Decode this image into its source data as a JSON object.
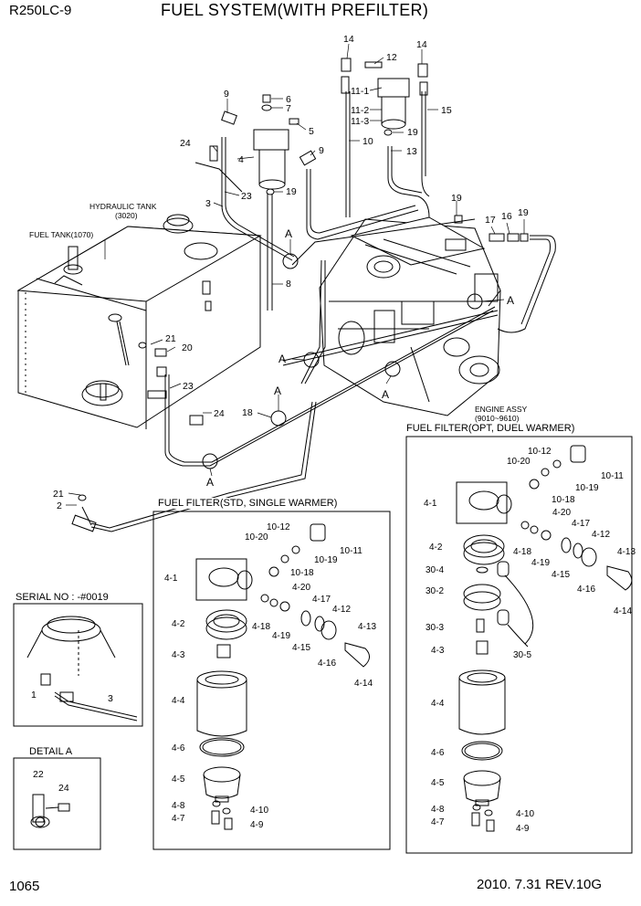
{
  "header": {
    "model": "R250LC-9",
    "title": "FUEL SYSTEM(WITH PREFILTER)"
  },
  "footer": {
    "page": "1065",
    "date_rev": "2010. 7.31  REV.10G"
  },
  "main_labels": {
    "hydraulic_tank": "HYDRAULIC TANK",
    "hydraulic_tank_no": "(3020)",
    "fuel_tank": "FUEL TANK(1070)",
    "engine_assy": "ENGINE ASSY",
    "engine_assy_no": "(9010~9610)"
  },
  "callouts": {
    "n14a": "14",
    "n14b": "14",
    "n12": "12",
    "n11_1": "11-1",
    "n11_2": "11-2",
    "n11_3": "11-3",
    "n15": "15",
    "n9a": "9",
    "n6": "6",
    "n7": "7",
    "n5": "5",
    "n19a": "19",
    "n10": "10",
    "n13": "13",
    "n24a": "24",
    "n4": "4",
    "n9b": "9",
    "n23a": "23",
    "n3": "3",
    "n19b": "19",
    "n19c": "19",
    "n17": "17",
    "n16": "16",
    "n19d": "19",
    "n8": "8",
    "n21a": "21",
    "n20": "20",
    "n23b": "23",
    "n24b": "24",
    "n18": "18",
    "n21b": "21",
    "n2": "2",
    "a1": "A",
    "a2": "A",
    "a3": "A",
    "a4": "A",
    "a5": "A",
    "a6": "A"
  },
  "std_filter": {
    "title": "FUEL FILTER(STD, SINGLE WARMER)",
    "labels": {
      "l10_12": "10-12",
      "l10_20": "10-20",
      "l10_19": "10-19",
      "l10_11": "10-11",
      "l10_18": "10-18",
      "l4_1": "4-1",
      "l4_20": "4-20",
      "l4_17": "4-17",
      "l4_12": "4-12",
      "l4_2": "4-2",
      "l4_18": "4-18",
      "l4_19": "4-19",
      "l4_15": "4-15",
      "l4_13": "4-13",
      "l4_16": "4-16",
      "l4_14": "4-14",
      "l4_3": "4-3",
      "l4_4": "4-4",
      "l4_6": "4-6",
      "l4_5": "4-5",
      "l4_8": "4-8",
      "l4_7": "4-7",
      "l4_10": "4-10",
      "l4_9": "4-9"
    }
  },
  "opt_filter": {
    "title": "FUEL FILTER(OPT, DUEL WARMER)",
    "labels": {
      "l10_12": "10-12",
      "l10_20": "10-20",
      "l10_11": "10-11",
      "l10_19": "10-19",
      "l10_18": "10-18",
      "l4_1": "4-1",
      "l4_20": "4-20",
      "l4_17": "4-17",
      "l4_12": "4-12",
      "l4_2": "4-2",
      "l4_18": "4-18",
      "l4_19": "4-19",
      "l4_15": "4-15",
      "l4_13": "4-13",
      "l4_16": "4-16",
      "l4_14": "4-14",
      "l30_4": "30-4",
      "l30_2": "30-2",
      "l30_3": "30-3",
      "l30_5": "30-5",
      "l4_3": "4-3",
      "l4_4": "4-4",
      "l4_6": "4-6",
      "l4_5": "4-5",
      "l4_8": "4-8",
      "l4_7": "4-7",
      "l4_10": "4-10",
      "l4_9": "4-9"
    }
  },
  "serial_inset": {
    "title": "SERIAL NO : -#0019",
    "labels": {
      "n1": "1",
      "n3": "3"
    }
  },
  "detail_a": {
    "title": "DETAIL  A",
    "labels": {
      "n22": "22",
      "n24": "24"
    }
  }
}
